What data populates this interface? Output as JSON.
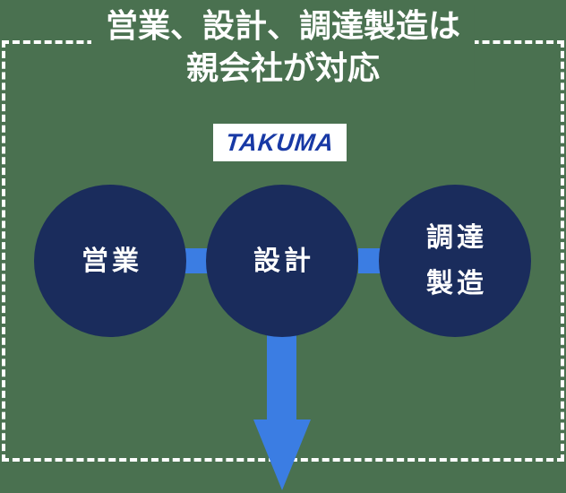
{
  "title": {
    "line1": "営業、設計、調達製造は",
    "line2": "親会社が対応"
  },
  "logo": {
    "text": "TAKUMA"
  },
  "circles": [
    {
      "name": "sales",
      "lines": [
        "営業"
      ]
    },
    {
      "name": "design",
      "lines": [
        "設計"
      ]
    },
    {
      "name": "procurement-manufacturing",
      "lines": [
        "調達",
        "製造"
      ]
    }
  ],
  "colors": {
    "background": "#4a7150",
    "circle": "#1a2c5c",
    "accent": "#3b7de3",
    "logo_text": "#1839a5",
    "dashed_line": "#ffffff",
    "text": "#ffffff"
  }
}
